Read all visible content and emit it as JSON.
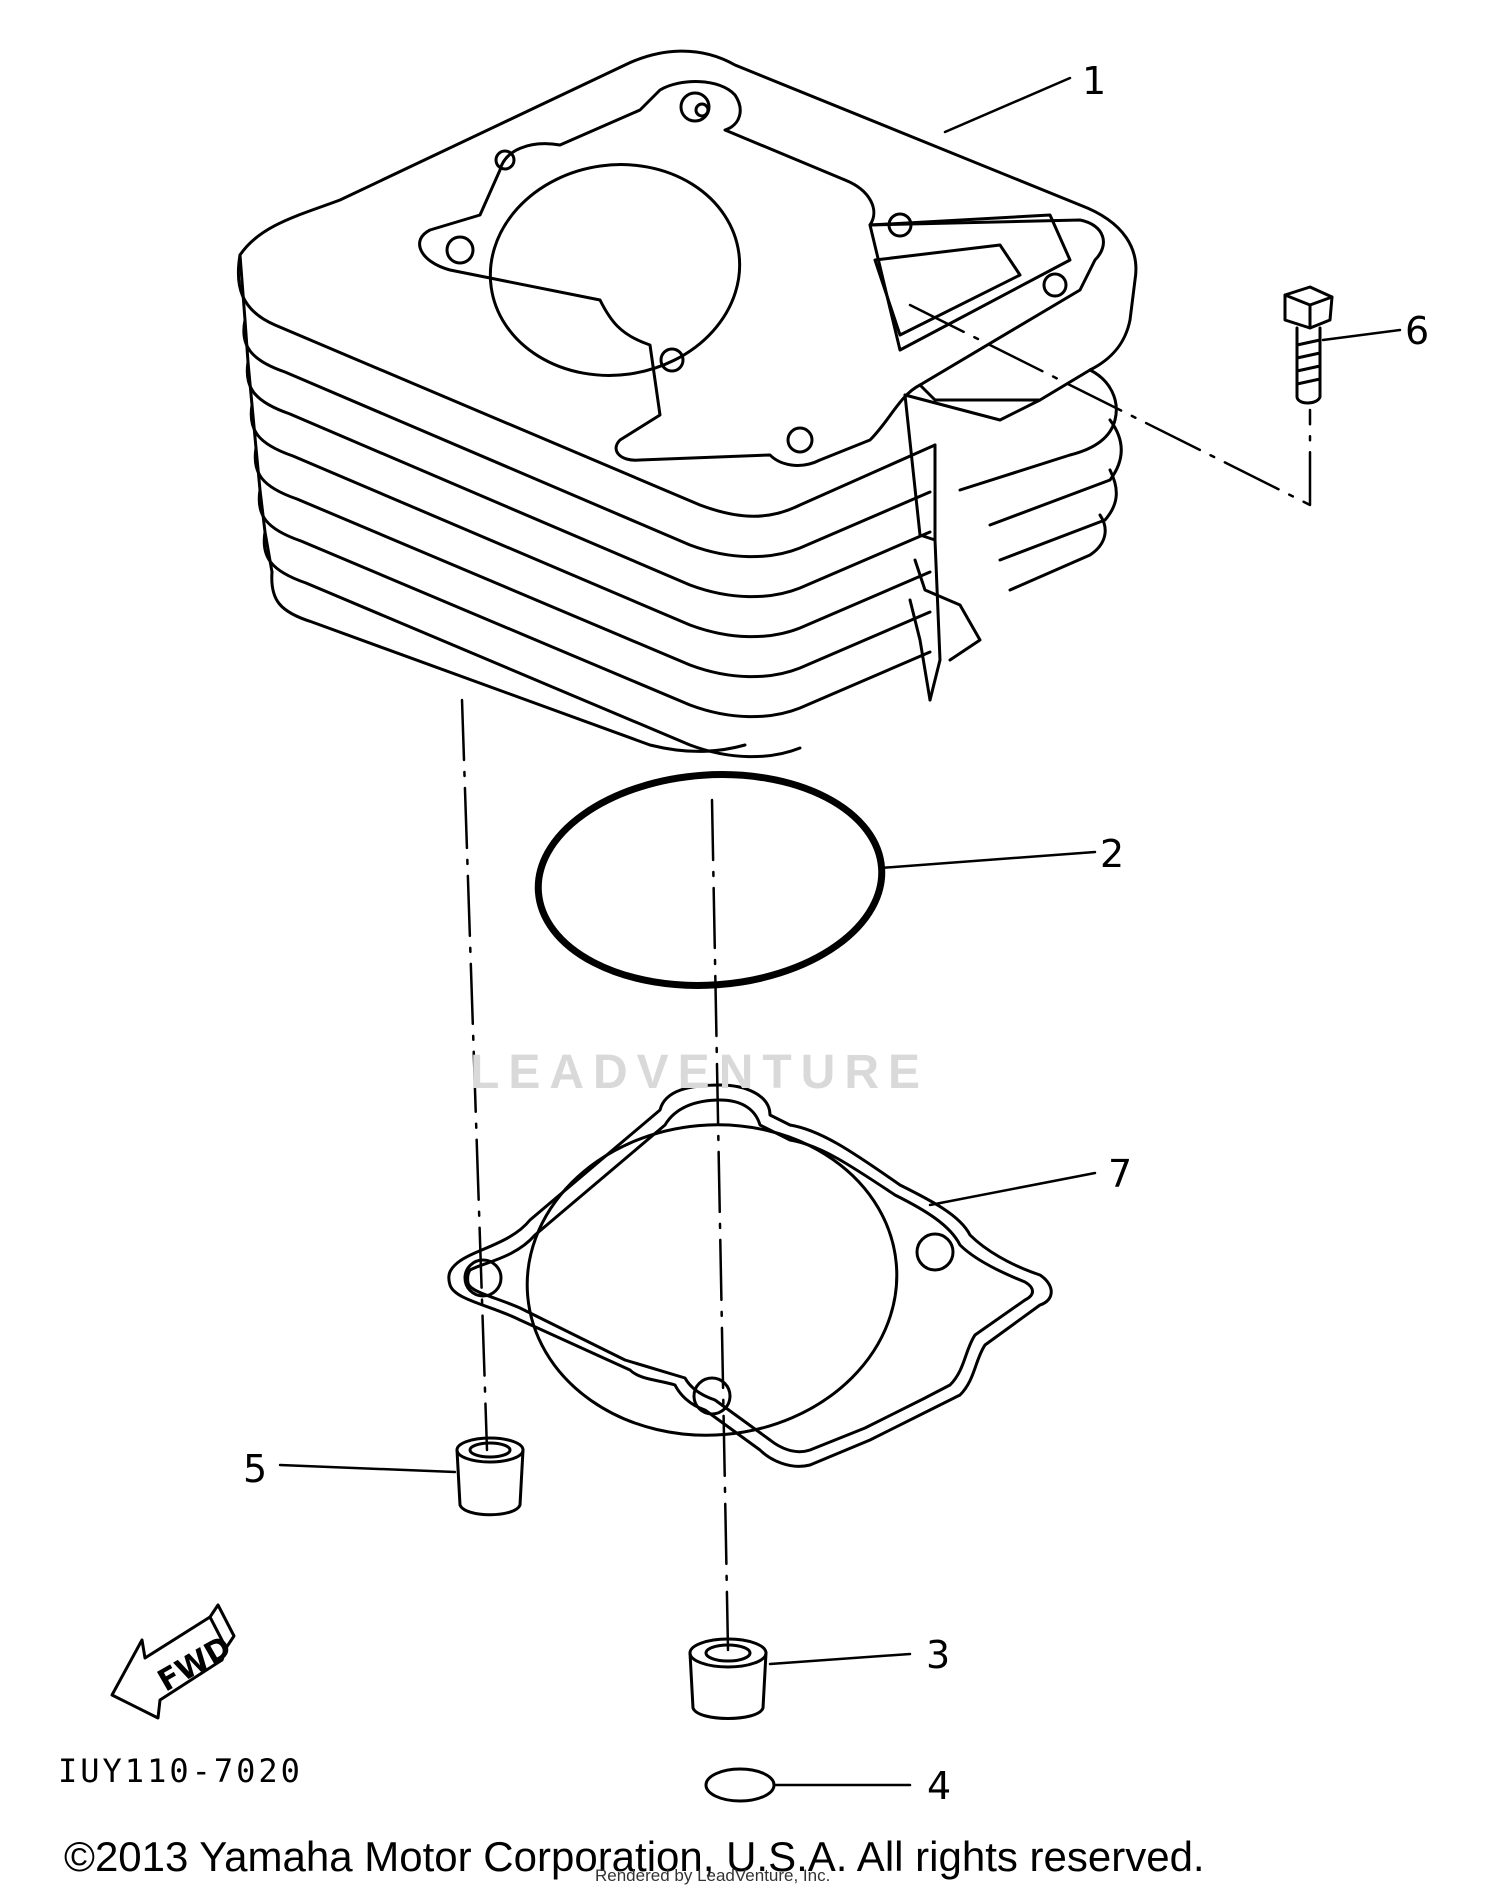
{
  "parts": [
    {
      "number": "1",
      "name": "cylinder"
    },
    {
      "number": "2",
      "name": "o-ring"
    },
    {
      "number": "3",
      "name": "dowel-pin"
    },
    {
      "number": "4",
      "name": "o-ring-small"
    },
    {
      "number": "5",
      "name": "dowel-pin"
    },
    {
      "number": "6",
      "name": "bolt"
    },
    {
      "number": "7",
      "name": "cylinder-gasket"
    }
  ],
  "direction_marker": "FWD",
  "diagram_code": "IUY110-7020",
  "watermark": "LEADVENTURE",
  "copyright": "©2013 Yamaha Motor Corporation, U.S.A. All rights reserved.",
  "rendered_by": "Rendered by LeadVenture, Inc."
}
